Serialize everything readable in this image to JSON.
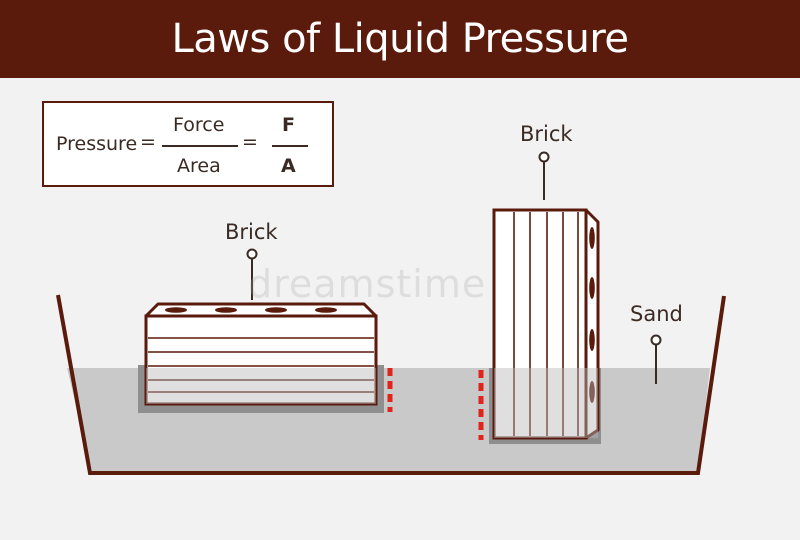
{
  "title": "Laws of Liquid Pressure",
  "formula": {
    "lhs": "Pressure",
    "equals": "=",
    "numerator": "Force",
    "denominator": "Area",
    "symbol_numerator": "F",
    "symbol_denominator": "A"
  },
  "labels": {
    "brick_flat": "Brick",
    "brick_upright": "Brick",
    "sand": "Sand"
  },
  "watermark": "dreamstime",
  "colors": {
    "header": "#5a1a0c",
    "outline": "#5a1a0c",
    "sand": "#c9c9c9",
    "pressure_marks": "#e0231c",
    "background": "#f2f2f2"
  }
}
